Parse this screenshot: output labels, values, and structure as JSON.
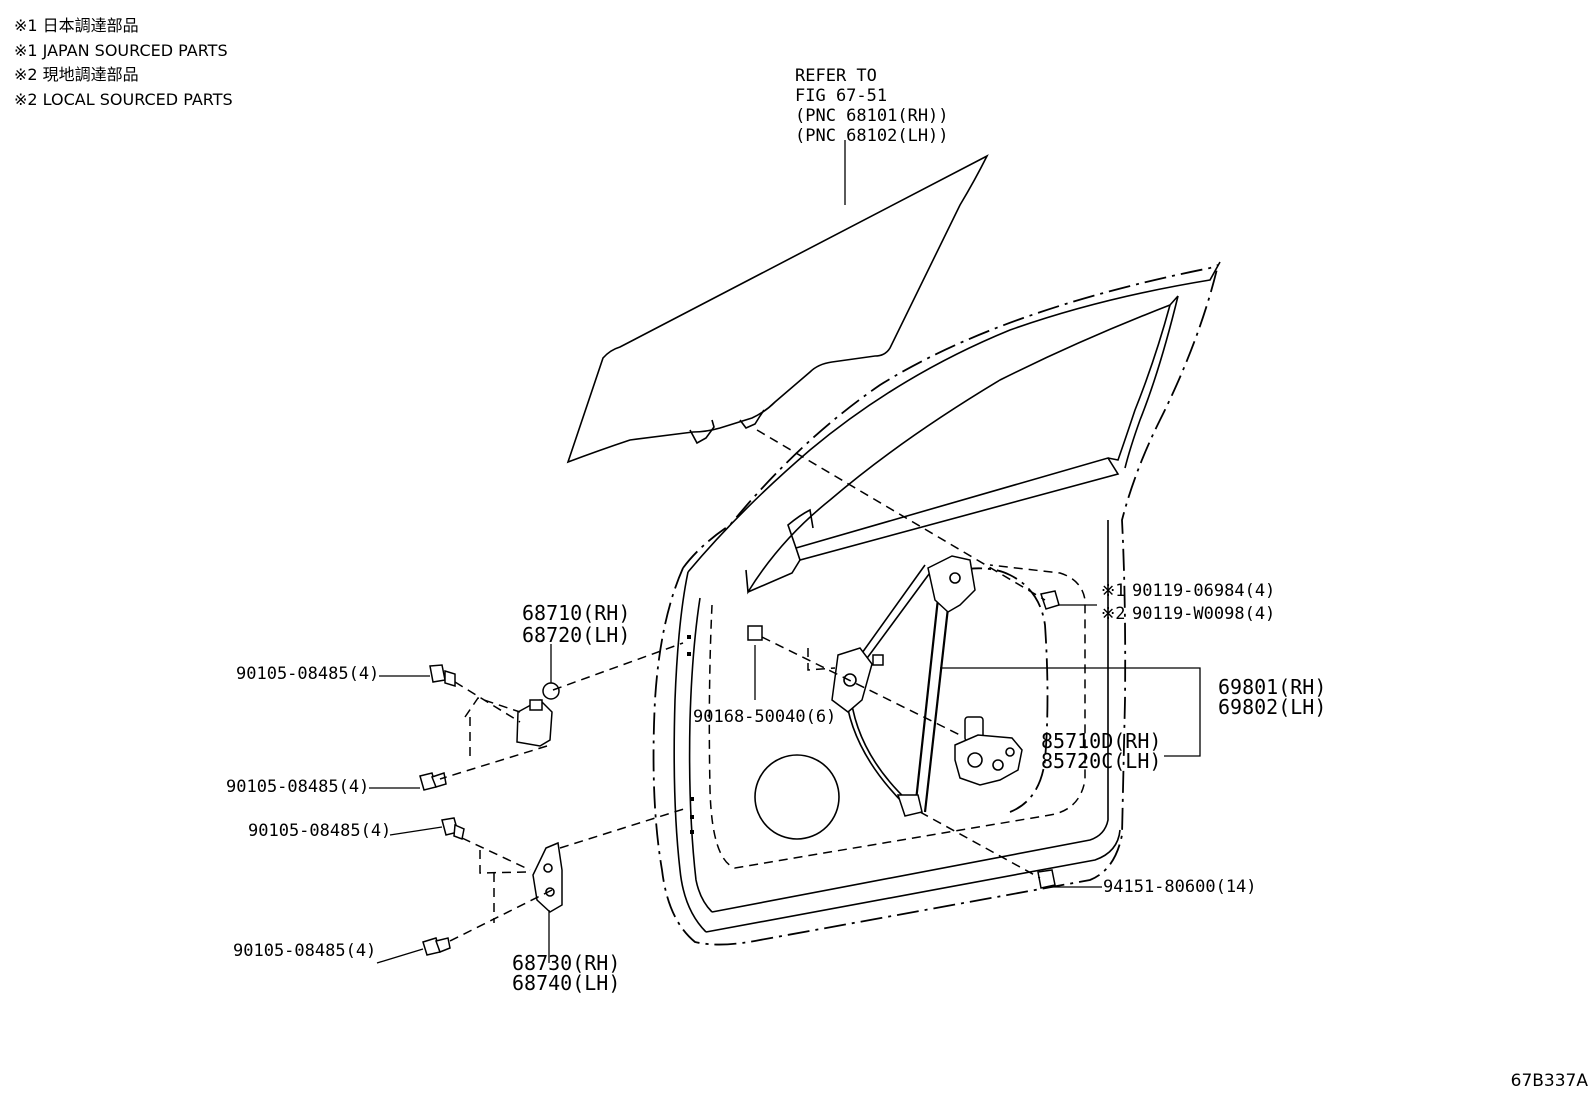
{
  "legend": [
    "※1 日本調達部品",
    "※1 JAPAN SOURCED PARTS",
    "※2 現地調達部品",
    "※2 LOCAL SOURCED PARTS"
  ],
  "refer": [
    "REFER TO",
    "FIG 67-51",
    "(PNC 68101(RH))",
    "(PNC 68102(LH))"
  ],
  "labels": {
    "hinge_upper_rh": "68710(RH)",
    "hinge_upper_lh": "68720(LH)",
    "hinge_lower_rh": "68730(RH)",
    "hinge_lower_lh": "68740(LH)",
    "bolt_1": "90105-08485(4)",
    "bolt_2": "90105-08485(4)",
    "bolt_3": "90105-08485(4)",
    "bolt_4": "90105-08485(4)",
    "bolt_regulator": "90168-50040(6)",
    "bolt_j1_mark": "※1",
    "bolt_j1": "90119-06984(4)",
    "bolt_j2_mark": "※2",
    "bolt_j2": "90119-W0098(4)",
    "regulator_rh": "69801(RH)",
    "regulator_lh": "69802(LH)",
    "motor_rh": "85710D(RH)",
    "motor_lh": "85720C(LH)",
    "nut": "94151-80600(14)"
  },
  "figure_code": "67B337A"
}
